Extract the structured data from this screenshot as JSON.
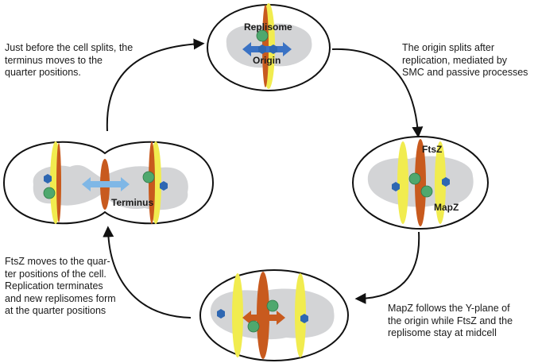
{
  "colors": {
    "cell_outline": "#111111",
    "nucleoid": "#d3d4d6",
    "yellow_ring": "#f1ec4f",
    "orange_ring": "#c85a1e",
    "replisome": "#4fa86e",
    "origin": "#2e67b2",
    "origin_arrow": "#3a72c4",
    "terminus_arrow": "#7fb7e6",
    "mapz_arrow": "#c85a1e",
    "cycle_arrow": "#111111"
  },
  "icons": {
    "replisome": "green-circle",
    "origin": "blue-hexagon",
    "cycle_arrow": "curved-arrow"
  },
  "captions": {
    "top_left": "Just before the cell splits, the\nterminus moves to the\nquarter positions.",
    "top_right": "The origin splits after\nreplication, mediated by\nSMC and passive processes",
    "bottom_left": "FtsZ moves to the quar-\nter positions of the cell.\nReplication terminates\nand new replisomes form\nat the quarter positions",
    "bottom_right": "MapZ follows the Y-plane of\nthe origin while FtsZ and the\nreplisome stay at midcell"
  },
  "labels": {
    "replisome": "Replisome",
    "origin": "Origin",
    "ftsz": "FtsZ",
    "mapz": "MapZ",
    "terminus": "Terminus"
  }
}
